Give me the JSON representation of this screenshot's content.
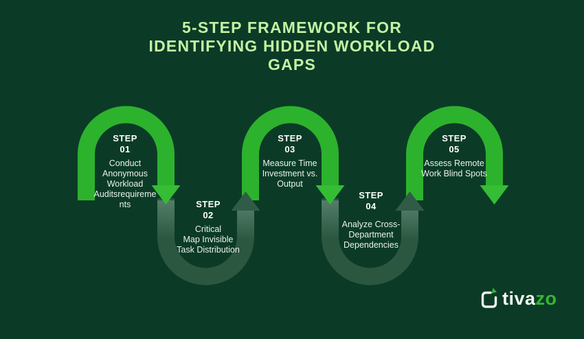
{
  "title": "5-STEP FRAMEWORK FOR\nIDENTIFYING HIDDEN WORKLOAD\nGAPS",
  "steps": [
    {
      "label": "STEP",
      "number": "01",
      "description": "Conduct\nAnonymous\nWorkload\nAuditsrequireme\nnts"
    },
    {
      "label": "STEP",
      "number": "02",
      "description": "Critical\nMap Invisible\nTask Distribution"
    },
    {
      "label": "STEP",
      "number": "03",
      "description": "Measure Time\nInvestment vs.\nOutput"
    },
    {
      "label": "STEP",
      "number": "04",
      "description": "Analyze Cross-\nDepartment\nDependencies"
    },
    {
      "label": "STEP",
      "number": "05",
      "description": "Assess Remote\nWork Blind Spots"
    }
  ],
  "logo": {
    "text_primary": "tiva",
    "text_accent": "zo",
    "icon": "checkbox-leaf-icon"
  },
  "colors": {
    "bg": "#0b3b27",
    "bright": "#2db22d",
    "bright-arrow": "#35bd35",
    "track": "#2b5741",
    "track-arrow": "#305c47",
    "title": "#c4f2a3",
    "text": "#e9f2ec",
    "label": "#ffffff",
    "logo-accent": "#35b535"
  }
}
